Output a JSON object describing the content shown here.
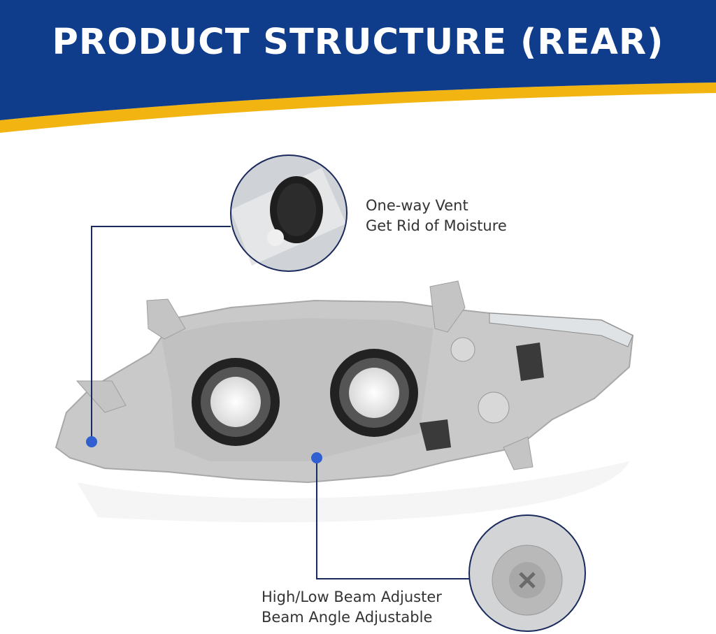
{
  "header": {
    "title": "PRODUCT STRUCTURE (REAR)",
    "bg_color": "#0f3d8c",
    "stripe_color": "#f2b411"
  },
  "callouts": {
    "vent": {
      "line1": "One-way Vent",
      "line2": "Get Rid of Moisture"
    },
    "adjuster": {
      "line1": "High/Low Beam Adjuster",
      "line2": "Beam Angle Adjustable"
    },
    "line_color": "#1b2a5c",
    "dot_color": "#2f5fd0"
  }
}
